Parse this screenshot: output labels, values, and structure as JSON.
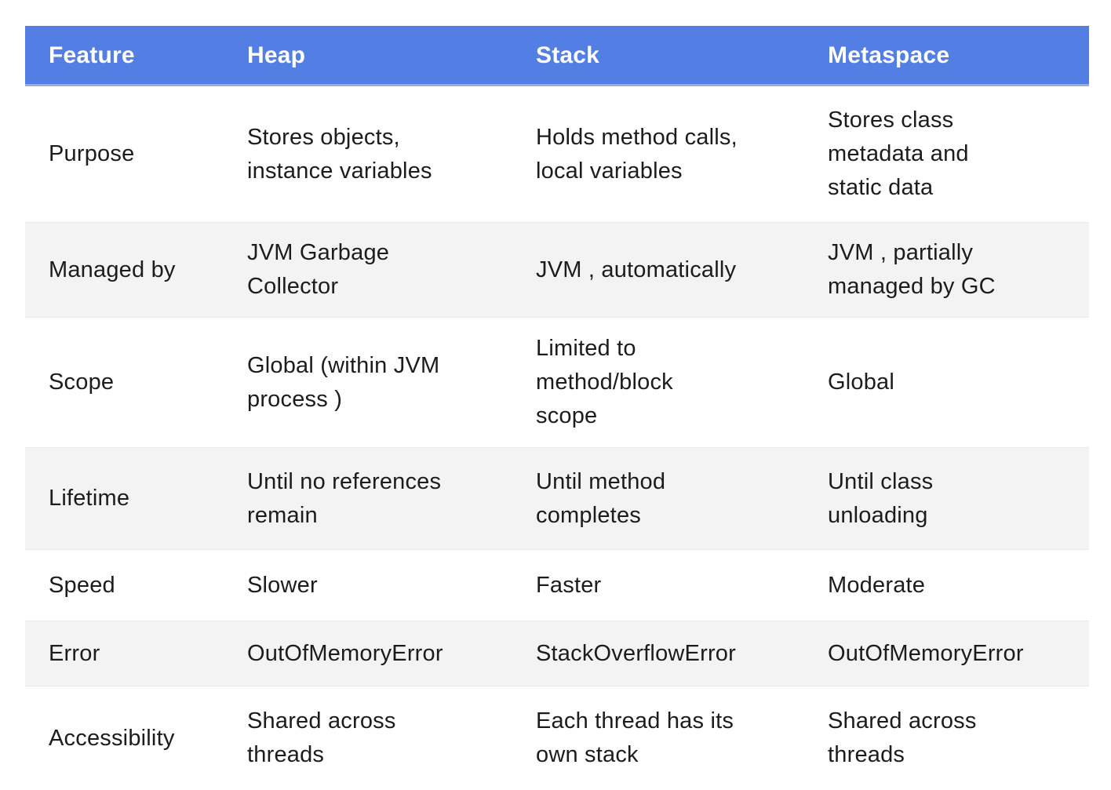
{
  "chart_data": {
    "type": "table",
    "columns": [
      "Feature",
      "Heap",
      "Stack",
      "Metaspace"
    ],
    "rows": [
      [
        "Purpose",
        "Stores objects, instance variables",
        "Holds method calls, local variables",
        "Stores class metadata and static data"
      ],
      [
        "Managed by",
        "JVM Garbage Collector",
        "JVM , automatically",
        "JVM , partially managed by GC"
      ],
      [
        "Scope",
        "Global (within JVM process )",
        "Limited to method/block scope",
        "Global"
      ],
      [
        "Lifetime",
        "Until no references remain",
        "Until method completes",
        "Until class unloading"
      ],
      [
        "Speed",
        "Slower",
        "Faster",
        "Moderate"
      ],
      [
        "Error",
        "OutOfMemoryError",
        "StackOverflowError",
        "OutOfMemoryError"
      ],
      [
        "Accessibility",
        "Shared across threads",
        "Each thread has its own stack",
        "Shared across threads"
      ]
    ],
    "layout": {
      "header_bg": "#537ee3",
      "header_text_color": "#ffffff",
      "row_bg": "#ffffff",
      "alt_row_bg": "#f3f3f3",
      "body_text_color": "#1c1c1c",
      "grid": "horizontal-only"
    }
  },
  "table": {
    "header": {
      "columns": [
        "Feature",
        "Heap",
        "Stack",
        "Metaspace"
      ]
    },
    "rows": [
      {
        "cells": [
          "Purpose",
          "Stores objects,\ninstance variables",
          "Holds method calls,\nlocal variables",
          "Stores class\nmetadata and\nstatic data"
        ]
      },
      {
        "cells": [
          "Managed by",
          "JVM Garbage\nCollector",
          "JVM , automatically",
          "JVM , partially\nmanaged by GC"
        ]
      },
      {
        "cells": [
          "Scope",
          "Global (within JVM\nprocess )",
          "Limited to\nmethod/block\nscope",
          "Global"
        ]
      },
      {
        "cells": [
          "Lifetime",
          "Until no references\nremain",
          "Until method\ncompletes",
          "Until class\nunloading"
        ]
      },
      {
        "cells": [
          "Speed",
          "Slower",
          "Faster",
          "Moderate"
        ]
      },
      {
        "cells": [
          "Error",
          "OutOfMemoryError",
          "StackOverflowError",
          "OutOfMemoryError"
        ]
      },
      {
        "cells": [
          "Accessibility",
          "Shared across\nthreads",
          "Each thread has its\nown stack",
          "Shared across\nthreads"
        ]
      }
    ],
    "colors": {
      "header_bg": "#537ee3",
      "header_text": "#ffffff",
      "alt_row_bg": "#f3f3f3",
      "body_text": "#1c1c1c"
    }
  }
}
